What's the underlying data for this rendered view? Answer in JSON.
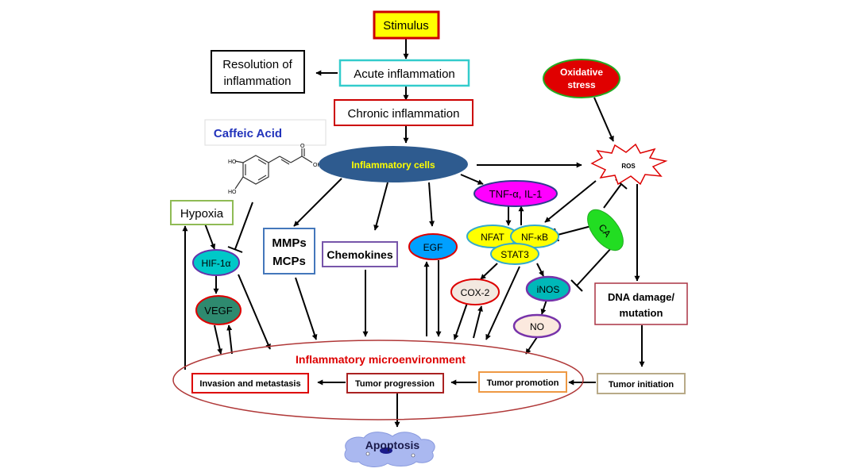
{
  "nodes": {
    "stimulus": "Stimulus",
    "acute_inflammation": "Acute inflammation",
    "resolution_line1": "Resolution of",
    "resolution_line2": "inflammation",
    "chronic_inflammation": "Chronic inflammation",
    "oxidative_line1": "Oxidative",
    "oxidative_line2": "stress",
    "caffeic_acid": "Caffeic Acid",
    "inflammatory_cells": "Inflammatory cells",
    "ros": "ROS",
    "tnf_il1": "TNF-α, IL-1",
    "hypoxia": "Hypoxia",
    "hif1a": "HIF-1α",
    "vegf": "VEGF",
    "mmps": "MMPs",
    "mcps": "MCPs",
    "chemokines": "Chemokines",
    "egf": "EGF",
    "nfat": "NFAT",
    "nfkb": "NF-κB",
    "stat3": "STAT3",
    "ca": "CA",
    "cox2": "COX-2",
    "inos": "iNOS",
    "no": "NO",
    "dna_line1": "DNA damage/",
    "dna_line2": "mutation",
    "microenvironment": "Inflammatory microenvironment",
    "invasion": "Invasion and metastasis",
    "tumor_progression": "Tumor progression",
    "tumor_promotion": "Tumor promotion",
    "tumor_initiation": "Tumor initiation",
    "apoptosis": "Apoptosis"
  },
  "molecule_labels": {
    "ho_top": "HO",
    "ho_bottom": "HO",
    "oh": "OH",
    "o": "O"
  },
  "colors": {
    "stimulus_fill": "#ffff00",
    "stimulus_border": "#cc0000",
    "acute_border": "#33cccc",
    "chronic_border": "#cc0000",
    "oxidative_fill": "#e00000",
    "inflammatory_cells_fill": "#2e5b8f",
    "inflammatory_cells_text": "#ffff00",
    "ros_border": "#dd0000",
    "tnf_fill": "#ff00ff",
    "hif_fill": "#00c8c8",
    "vegf_fill": "#2e8a6f",
    "egf_fill": "#00a0ff",
    "yellow_node": "#ffff00",
    "ca_fill": "#22dd22",
    "inos_fill": "#00b8b8",
    "microenvironment_text": "#dd0000",
    "caffeic_text": "#2233bb",
    "apoptosis_fill": "#aab8f0"
  },
  "icons": [
    "caffeic-acid-structure-icon",
    "ros-burst-icon",
    "apoptotic-cell-icon"
  ]
}
